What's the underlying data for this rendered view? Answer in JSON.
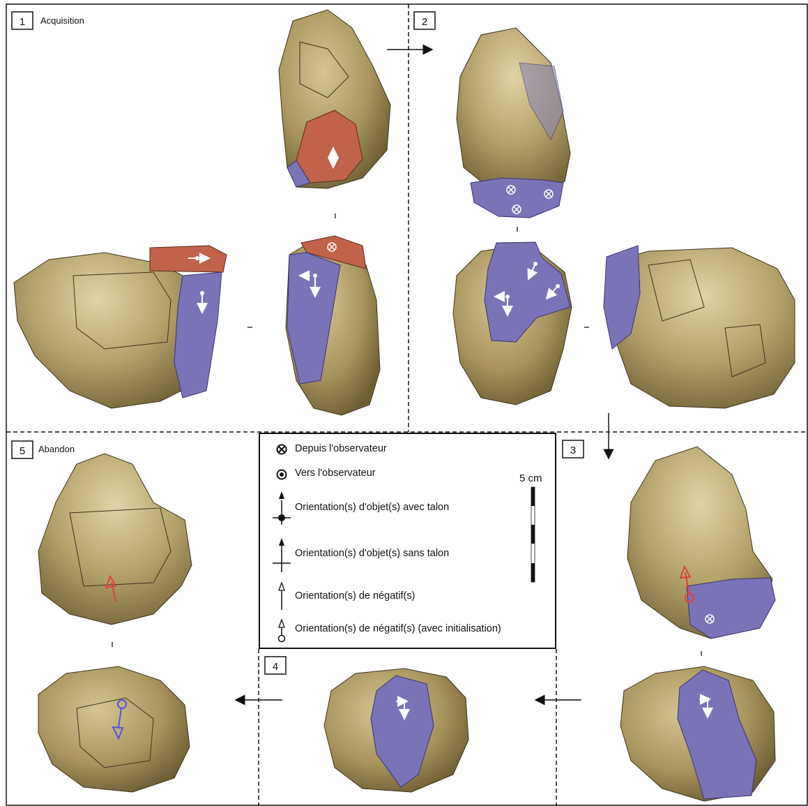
{
  "panels": [
    {
      "number": "1",
      "title": "Acquisition"
    },
    {
      "number": "2",
      "title": ""
    },
    {
      "number": "3",
      "title": ""
    },
    {
      "number": "4",
      "title": ""
    },
    {
      "number": "5",
      "title": "Abandon"
    }
  ],
  "legend": {
    "items": [
      {
        "symbol": "cross-circle-icon",
        "label": "Depuis l'observateur"
      },
      {
        "symbol": "dot-circle-icon",
        "label": "Vers l'observateur"
      },
      {
        "symbol": "arrow-with-heel-icon",
        "label": "Orientation(s) d'objet(s) avec talon"
      },
      {
        "symbol": "arrow-without-heel-icon",
        "label": "Orientation(s) d'objet(s) sans talon"
      },
      {
        "symbol": "hollow-arrow-icon",
        "label": "Orientation(s) de négatif(s)"
      },
      {
        "symbol": "hollow-arrow-ring-icon",
        "label": "Orientation(s) de négatif(s) (avec initialisation)"
      }
    ],
    "scale_label": "5 cm"
  },
  "colors": {
    "stone": "#9c8a55",
    "stone_light": "#c8b886",
    "red_removal": "#c0634a",
    "purple_removal": "#7b73b8",
    "red_arrow": "#e04040",
    "purple_arrow": "#5a4fd8"
  }
}
